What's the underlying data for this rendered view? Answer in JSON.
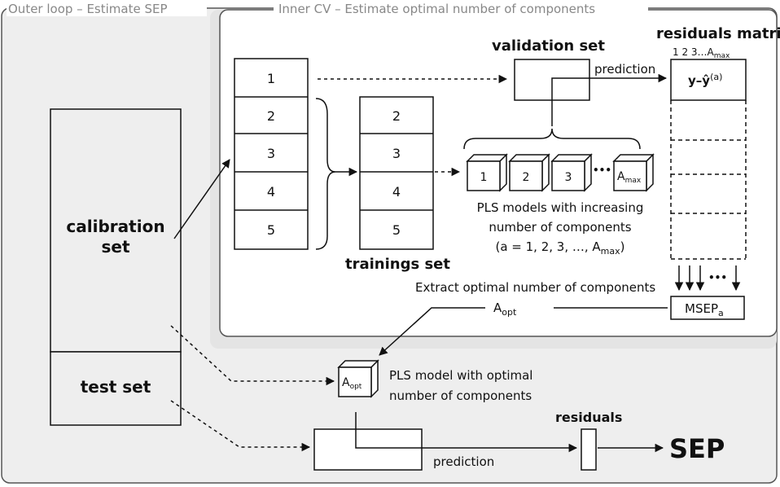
{
  "outer_loop_title": "Outer loop – Estimate SEP",
  "inner_cv_title": "Inner CV – Estimate optimal number of components",
  "calibration_set": {
    "line1": "calibration",
    "line2": "set"
  },
  "test_set": "test set",
  "folds": [
    "1",
    "2",
    "3",
    "4",
    "5"
  ],
  "training_folds": [
    "2",
    "3",
    "4",
    "5"
  ],
  "trainings_set_label": "trainings set",
  "validation_set_label": "validation set",
  "prediction_label": "prediction",
  "residuals_matrix": {
    "title": "residuals matrix",
    "column_header": "1 2 3…A",
    "column_header_sub": "max",
    "first_cell": "y–ŷ",
    "first_cell_sup": "(a)"
  },
  "pls_models": {
    "cubes": [
      "1",
      "2",
      "3"
    ],
    "last_cube": "A",
    "last_cube_sub": "max",
    "ellipsis": "•••",
    "caption_line1": "PLS models with increasing",
    "caption_line2": "number of components",
    "caption_line3": "(a = 1, 2, 3, …, A",
    "caption_line3_sub": "max",
    "caption_line3_end": ")"
  },
  "extract_label": "Extract optimal number of components",
  "a_opt": {
    "main": "A",
    "sub": "opt"
  },
  "msep": {
    "main": "MSEP",
    "sub": "a"
  },
  "final_model": {
    "cube_main": "A",
    "cube_sub": "opt",
    "caption_line1": "PLS model with optimal",
    "caption_line2": "number of components"
  },
  "prediction_bottom": "prediction",
  "residuals_label": "residuals",
  "sep_label": "SEP",
  "colors": {
    "outer_bg": "#eeeeee",
    "inner_bg": "#ffffff",
    "stroke": "#555555",
    "ink": "#111111"
  }
}
